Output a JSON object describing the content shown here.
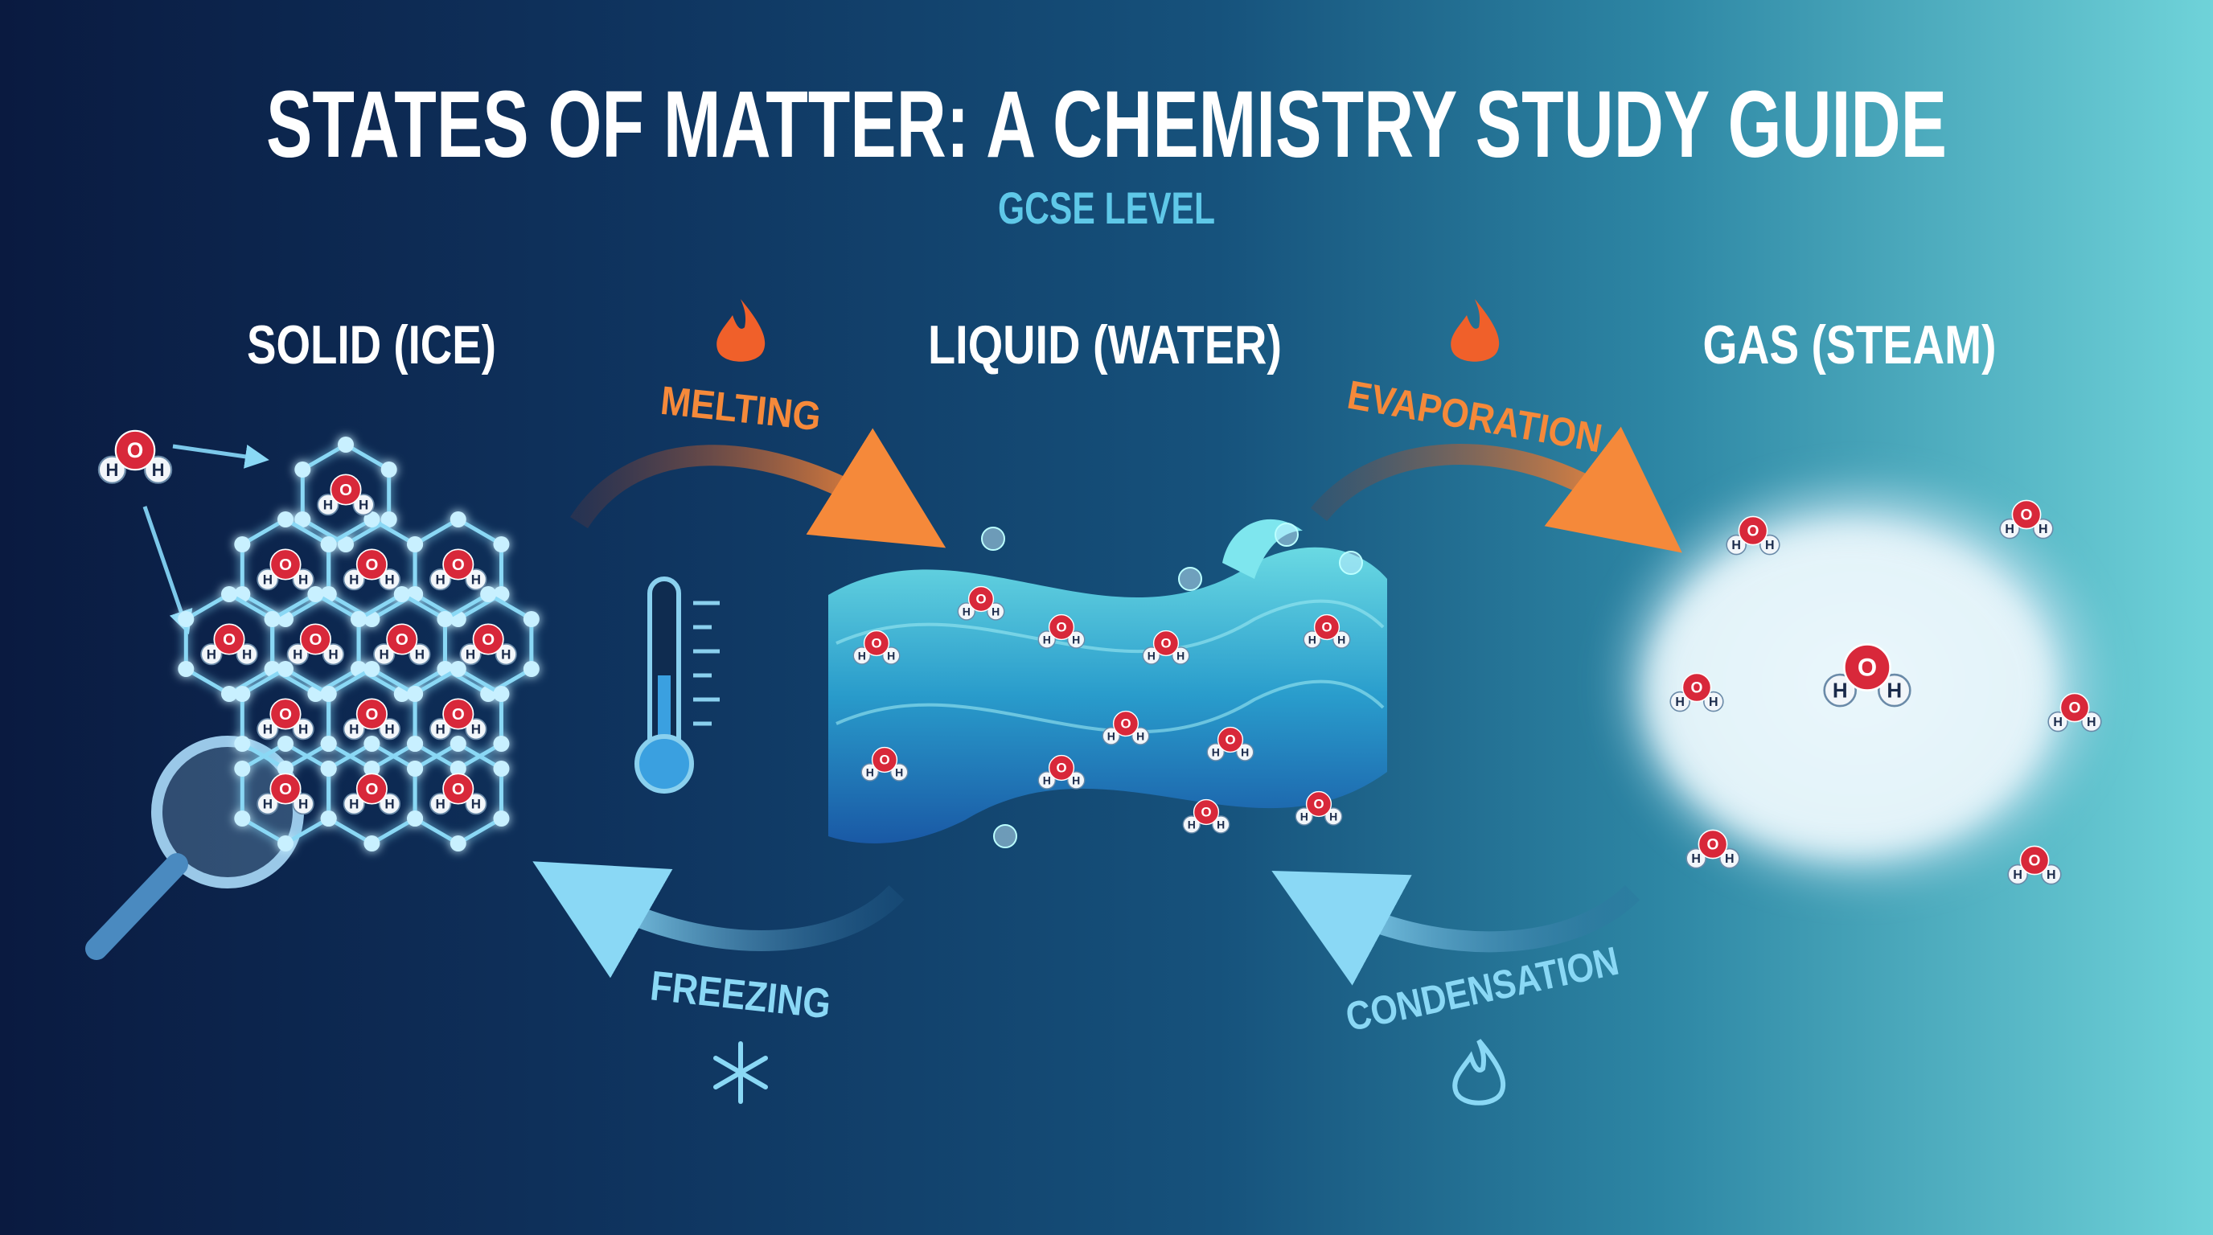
{
  "header": {
    "title": "STATES OF MATTER: A CHEMISTRY STUDY GUIDE",
    "subtitle": "GCSE LEVEL"
  },
  "states": {
    "solid": "SOLID (ICE)",
    "liquid": "LIQUID (WATER)",
    "gas": "GAS (STEAM)"
  },
  "transitions": {
    "melting": "MELTING",
    "evaporation": "EVAPORATION",
    "freezing": "FREEZING",
    "condensation": "CONDENSATION"
  },
  "molecule_labels": {
    "oxygen": "O",
    "hydrogen": "H"
  },
  "icons": {
    "melting": "flame-icon",
    "evaporation": "flame-icon",
    "freezing": "snowflake-icon",
    "condensation": "flame-icon",
    "solid_detail": "magnifier-icon",
    "temperature": "thermometer-icon"
  },
  "colors": {
    "heating_arrow": "#f07a3a",
    "cooling_arrow": "#6cc8ee",
    "oxygen": "#d8283a",
    "hydrogen": "#f2f6fa",
    "subtitle": "#5fc8e8"
  }
}
